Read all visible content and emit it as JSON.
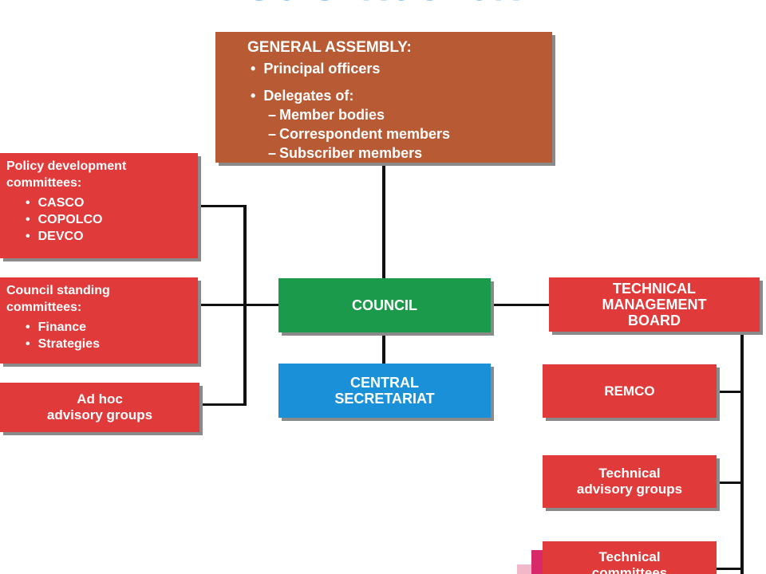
{
  "title": "ISO STRUCTURE",
  "general_assembly": {
    "heading": "GENERAL ASSEMBLY:",
    "bullet1": "Principal officers",
    "bullet2": "Delegates of:",
    "sub1": "Member bodies",
    "sub2": "Correspondent members",
    "sub3": "Subscriber members"
  },
  "policy": {
    "heading1": "Policy development",
    "heading2": "committees:",
    "items": [
      "CASCO",
      "COPOLCO",
      "DEVCO"
    ]
  },
  "council_standing": {
    "heading1": "Council standing",
    "heading2": "committees:",
    "items": [
      "Finance",
      "Strategies"
    ]
  },
  "adhoc": {
    "line1": "Ad hoc",
    "line2": "advisory groups"
  },
  "council": {
    "label": "COUNCIL"
  },
  "central": {
    "line1": "CENTRAL",
    "line2": "SECRETARIAT"
  },
  "tmb": {
    "line1": "TECHNICAL",
    "line2": "MANAGEMENT",
    "line3": "BOARD"
  },
  "remco": {
    "label": "REMCO"
  },
  "tag": {
    "line1": "Technical",
    "line2": "advisory groups"
  },
  "tc": {
    "line1": "Technical",
    "line2": "committees"
  },
  "colors": {
    "red": "#e03a3a",
    "brown": "#b85a34",
    "green": "#1a9a4a",
    "blue": "#1a90d8",
    "title": "#1d88d6"
  }
}
